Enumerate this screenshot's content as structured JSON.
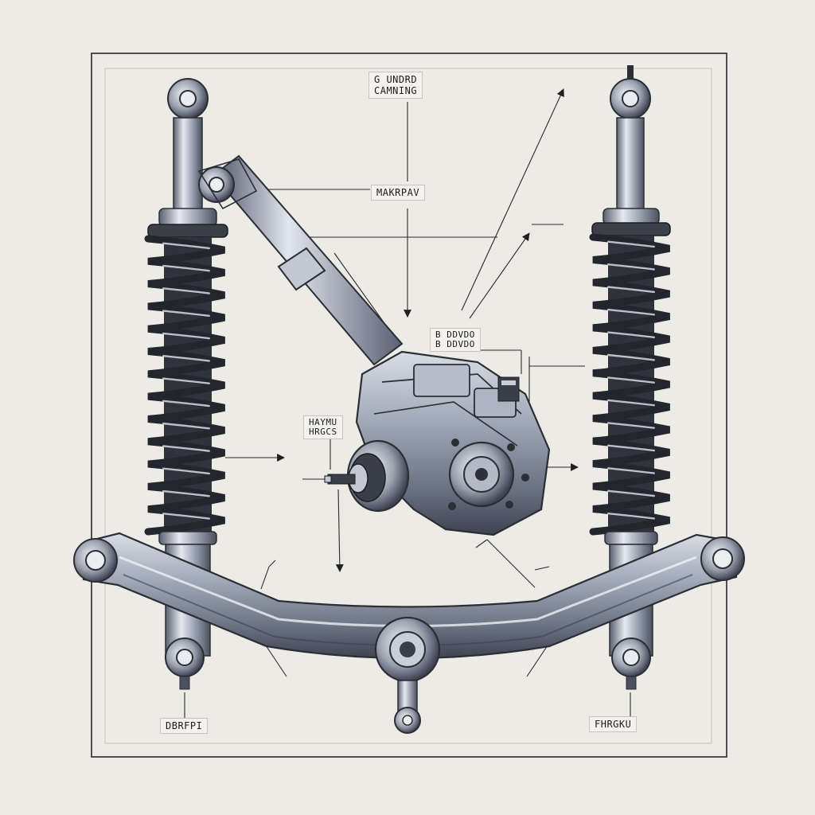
{
  "labels": {
    "top_center_line1": "G UNDRD",
    "top_center_line2": "CAMNING",
    "upper_center": "MAKRPAV",
    "center_right": "B DDVDO",
    "center_right_sub": "B DDVDO",
    "center_left_line1": "HAYMU",
    "center_left_line2": "HRGCS",
    "bottom_left": "DBRFPI",
    "bottom_right": "FHRGKU"
  },
  "colors": {
    "paper": "#ecebe6",
    "ink": "#1f1f1f",
    "metal": "#9aa2b1",
    "metal_dark": "#4c5260",
    "metal_light": "#dfe3ea",
    "spring": "#2b2e35"
  }
}
